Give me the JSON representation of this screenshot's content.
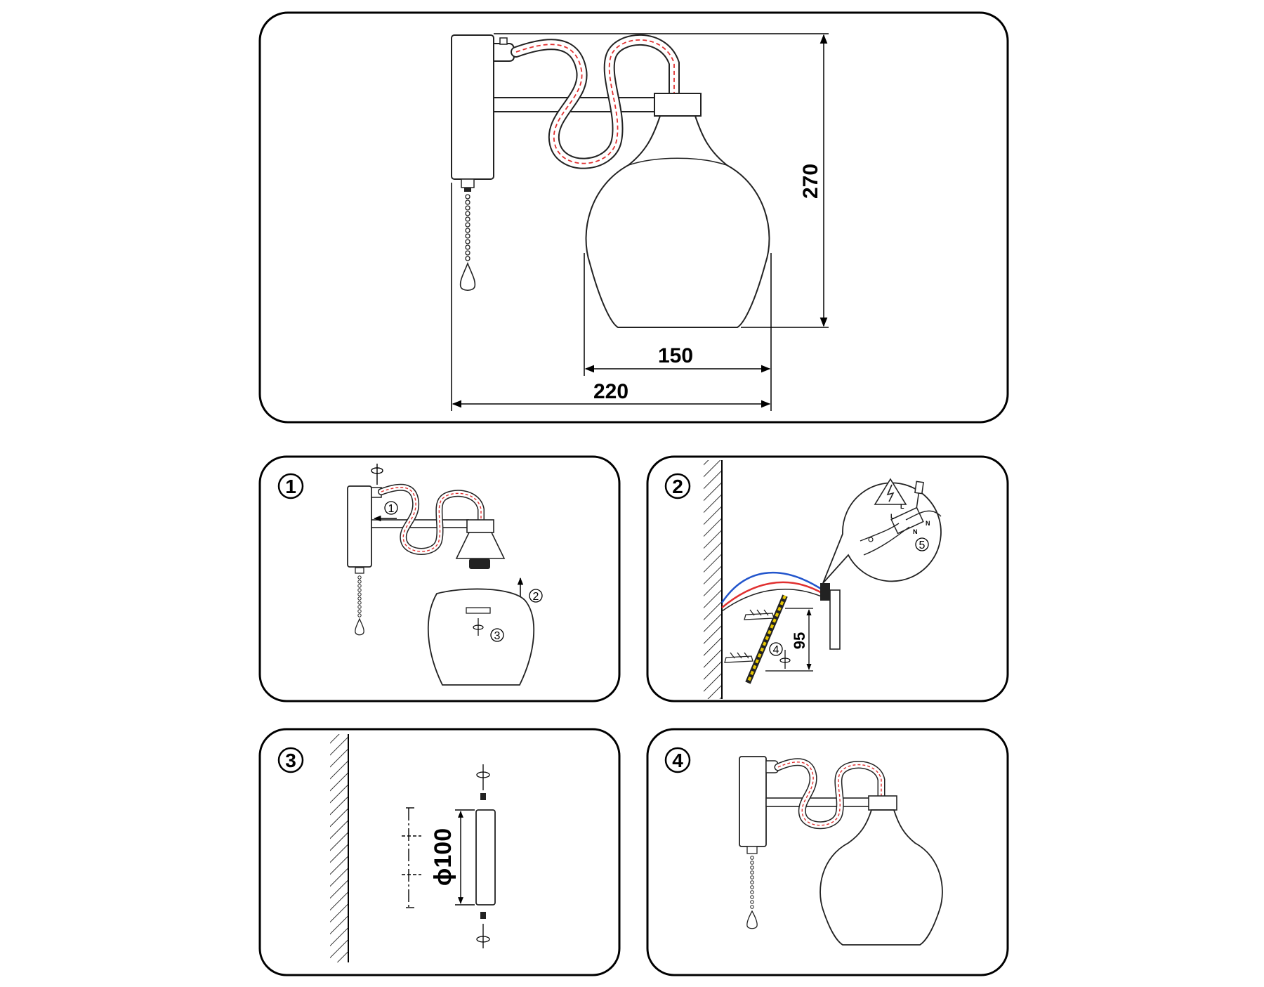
{
  "overview": {
    "dim_height": "270",
    "dim_shade_width": "150",
    "dim_total_width": "220"
  },
  "step1": {
    "number": "1",
    "substeps": [
      "1",
      "2",
      "3"
    ]
  },
  "step2": {
    "number": "2",
    "dim_spacing": "95",
    "substeps": [
      "4",
      "5"
    ],
    "terminals": [
      "L",
      "N",
      "L",
      "N"
    ]
  },
  "step3": {
    "number": "3",
    "dim_diameter": "ϕ100"
  },
  "step4": {
    "number": "4"
  },
  "colors": {
    "outline": "#222222",
    "wire_red": "#e03030",
    "wire_blue": "#2255cc",
    "anchor_yellow": "#e8c800"
  }
}
